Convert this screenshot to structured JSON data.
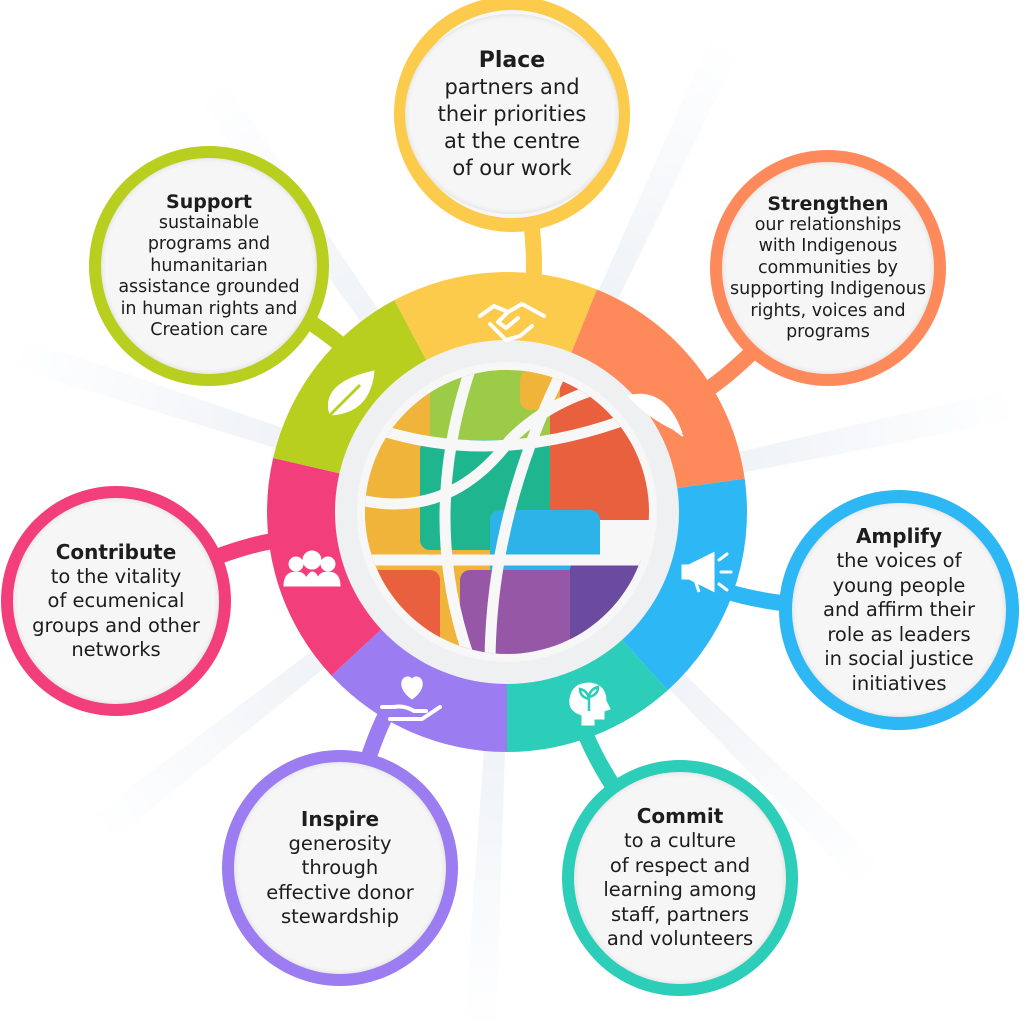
{
  "colors": {
    "place": "#FCCB4C",
    "strengthen": "#FE8A5C",
    "amplify": "#2DB7F5",
    "commit": "#2CCDB9",
    "inspire": "#9C7CF1",
    "contribute": "#F23F7B",
    "support": "#B9CF1F"
  },
  "items": [
    {
      "key": "place",
      "title": "Place",
      "body": "partners and\ntheir priorities\nat the centre\nof our work",
      "icon": "handshake-icon"
    },
    {
      "key": "strengthen",
      "title": "Strengthen",
      "body": "our relationships\nwith Indigenous\ncommunities by\nsupporting Indigenous\nrights, voices and\nprograms",
      "icon": "feather-icon"
    },
    {
      "key": "amplify",
      "title": "Amplify",
      "body": "the voices of\nyoung people\nand affirm their\nrole as leaders\nin social justice\ninitiatives",
      "icon": "megaphone-icon"
    },
    {
      "key": "commit",
      "title": "Commit",
      "body": "to a culture\nof respect and\nlearning among\nstaff, partners\nand volunteers",
      "icon": "head-plant-icon"
    },
    {
      "key": "inspire",
      "title": "Inspire",
      "body": "generosity\nthrough\neffective donor\nstewardship",
      "icon": "hand-heart-icon"
    },
    {
      "key": "contribute",
      "title": "Contribute",
      "body": "to the vitality\nof ecumenical\ngroups and other\nnetworks",
      "icon": "people-icon"
    },
    {
      "key": "support",
      "title": "Support",
      "body": "sustainable\nprograms and\nhumanitarian\nassistance grounded\nin human rights and\nCreation care",
      "icon": "leaf-icon"
    }
  ]
}
